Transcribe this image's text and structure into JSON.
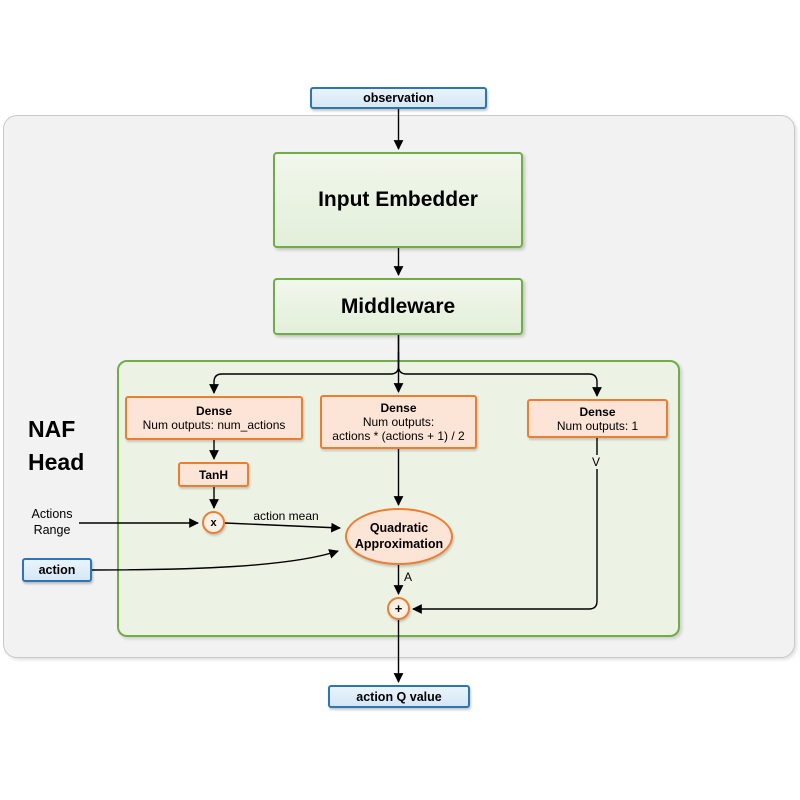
{
  "colors": {
    "blue_fill_top": "#eaf3fb",
    "blue_fill": "#d5e7f6",
    "blue_border": "#2e75b6",
    "green_fill_top": "#f1f7ec",
    "green_fill": "#e3efda",
    "green_border": "#70ad47",
    "naf_fill": "#ecf3e5",
    "outer_fill": "#f2f2f2",
    "outer_border": "#c9c9c9",
    "orange_fill": "#fce5d6",
    "orange_fill_light": "#fdf0e6",
    "orange_border": "#ed7d31",
    "arrow_color": "#000000"
  },
  "nodes": {
    "observation": {
      "label": "observation"
    },
    "input_embedder": {
      "label": "Input Embedder"
    },
    "middleware": {
      "label": "Middleware"
    },
    "naf_head": {
      "title_line1": "NAF",
      "title_line2": "Head"
    },
    "dense_mean": {
      "title": "Dense",
      "subtitle": "Num outputs: num_actions"
    },
    "dense_matrix": {
      "title": "Dense",
      "subtitle_line1": "Num outputs:",
      "subtitle_line2": "actions * (actions + 1) / 2"
    },
    "dense_value": {
      "title": "Dense",
      "subtitle": "Num outputs: 1"
    },
    "tanh": {
      "label": "TanH"
    },
    "multiply": {
      "label": "x"
    },
    "quadratic_approximation": {
      "label_line1": "Quadratic",
      "label_line2": "Approximation"
    },
    "sum": {
      "label": "+"
    },
    "action_input": {
      "label": "action"
    },
    "action_q_value": {
      "label": "action Q value"
    }
  },
  "labels": {
    "actions_range_line1": "Actions",
    "actions_range_line2": "Range",
    "action_mean": "action mean",
    "advantage": "A",
    "state_value": "V"
  }
}
